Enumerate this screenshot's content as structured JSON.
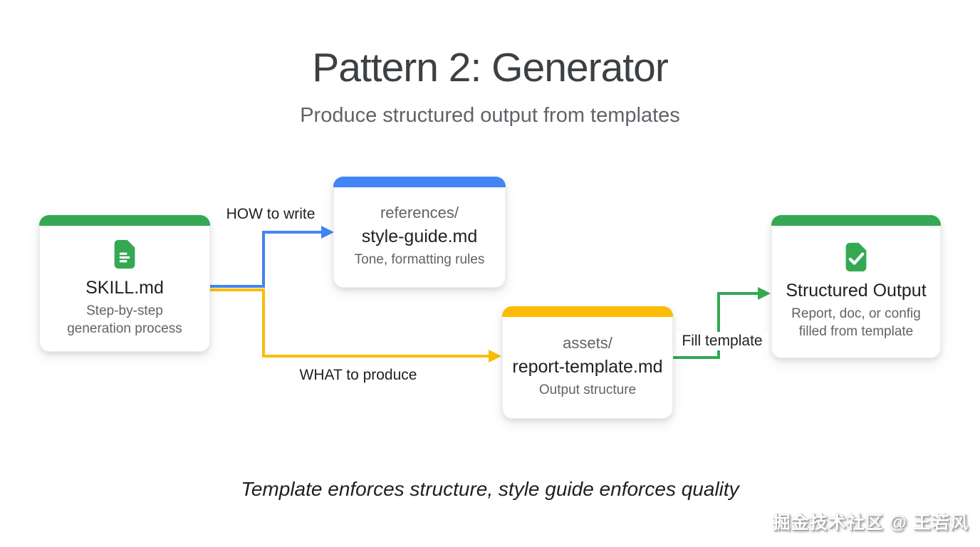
{
  "header": {
    "title": "Pattern 2: Generator",
    "subtitle": "Produce structured output from templates"
  },
  "nodes": {
    "skill": {
      "title": "SKILL.md",
      "subtitle": "Step-by-step generation process",
      "accent": "#34A853",
      "icon": "document-icon"
    },
    "style_guide": {
      "path": "references/",
      "title": "style-guide.md",
      "subtitle": "Tone, formatting rules",
      "accent": "#4285F4"
    },
    "template": {
      "path": "assets/",
      "title": "report-template.md",
      "subtitle": "Output structure",
      "accent": "#FBBC05"
    },
    "output": {
      "title": "Structured Output",
      "subtitle": "Report, doc, or config filled from template",
      "accent": "#34A853",
      "icon": "document-check-icon"
    }
  },
  "edges": {
    "how_to_write": {
      "label": "HOW to write",
      "color": "#4285F4"
    },
    "what_to_produce": {
      "label": "WHAT to produce",
      "color": "#FBBC05"
    },
    "fill_template": {
      "label": "Fill template",
      "color": "#34A853"
    }
  },
  "footer": {
    "caption": "Template enforces structure, style guide enforces quality"
  },
  "watermark": {
    "text": "掘金技术社区 @ 王若风"
  }
}
